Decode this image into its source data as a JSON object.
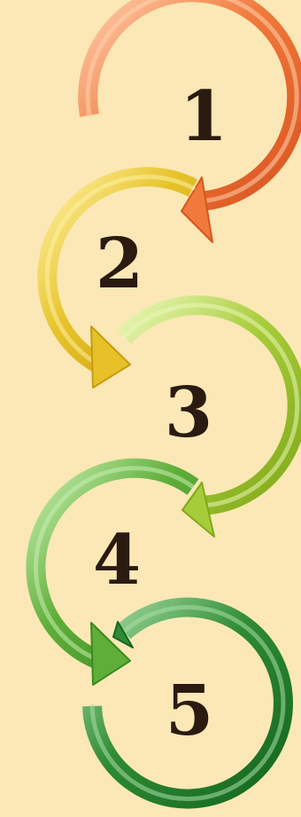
{
  "background_color": "#fbe8b6",
  "steps": [
    {
      "label": "1",
      "icon": "curved-arrow-icon",
      "color_dark": "#d9541f",
      "color_mid": "#f07a3c",
      "color_light": "#ffd1b0"
    },
    {
      "label": "2",
      "icon": "curved-arrow-icon",
      "color_dark": "#c99a12",
      "color_mid": "#e6c228",
      "color_light": "#fff1a3"
    },
    {
      "label": "3",
      "icon": "curved-arrow-icon",
      "color_dark": "#7fa818",
      "color_mid": "#a7cc3a",
      "color_light": "#eaf7b8"
    },
    {
      "label": "4",
      "icon": "curved-arrow-icon",
      "color_dark": "#3b8a22",
      "color_mid": "#5fae3a",
      "color_light": "#c8efb0"
    },
    {
      "label": "5",
      "icon": "curved-arrow-icon",
      "color_dark": "#14661f",
      "color_mid": "#2e8a34",
      "color_light": "#a9dfa5"
    }
  ]
}
